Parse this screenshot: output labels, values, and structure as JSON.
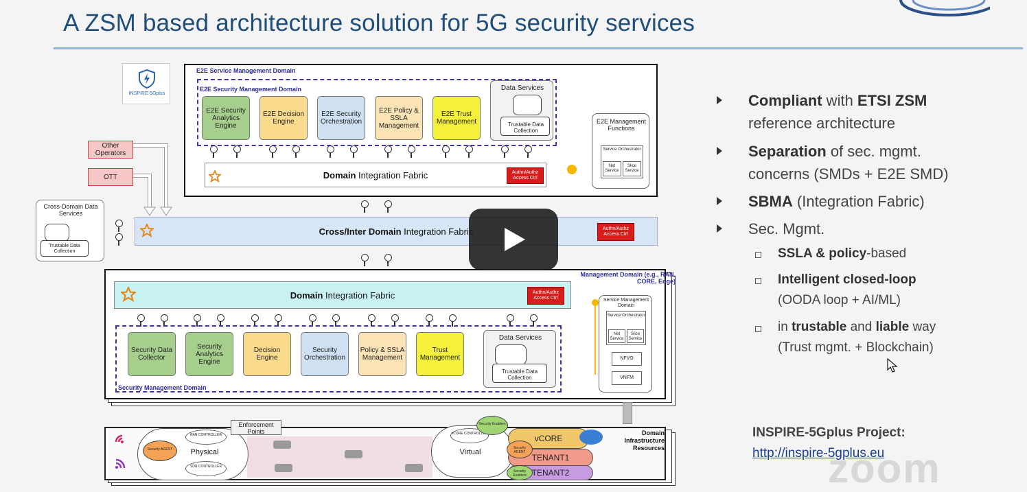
{
  "slide": {
    "title": "A ZSM based architecture solution for 5G security services"
  },
  "diagram": {
    "logo_text": "INSPIRE-5Gplus",
    "e2e_service_domain": "E2E Service Management Domain",
    "e2e_security_domain": "E2E Security Management Domain",
    "e2e_components": [
      "E2E Security Analytics Engine",
      "E2E Decision Engine",
      "E2E Security Orchestration",
      "E2E Policy & SSLA Management",
      "E2E Trust Management"
    ],
    "data_services": "Data Services",
    "trustable_data_collection": "Trustable Data Collection",
    "domain_fabric_bold": "Domain",
    "domain_fabric_rest": " Integration Fabric",
    "auth_text": "Authn/Authz Access Ctrl",
    "e2e_mgmt_functions": "E2E Management Functions",
    "service_orchestrator": "Service Orchestrator",
    "net_service": "Net Service",
    "slice_service": "Slice Service",
    "other_operators": "Other Operators",
    "ott": "OTT",
    "cross_domain_data_services": "Cross-Domain Data Services",
    "cross_fabric_bold": "Cross/Inter Domain",
    "cross_fabric_rest": " Integration Fabric",
    "management_domain": "Management Domain (e.g., RAN, CORE, Edge)",
    "security_mgmt_domain": "Security Management Domain",
    "domain_components": [
      "Security Data Collector",
      "Security Analytics Engine",
      "Decision Engine",
      "Security Orchestration",
      "Policy & SSLA Management",
      "Trust Management"
    ],
    "service_mgmt_domain": "Service Management Domain",
    "device_orchestrator": "Service Orchestrator",
    "nfvo": "NFVO",
    "vnfm": "VNFM",
    "enforcement_points": "Enforcement Points",
    "physical": "Physical",
    "virtual": "Virtual",
    "vcore": "vCORE",
    "tenant1": "TENANT1",
    "tenant2": "TENANT2",
    "domain_infra": "Domain Infrastructure Resources",
    "security_agent": "Security AGENT",
    "ran_controller": "RAN CONTROLLER",
    "sdn_controller": "SDN CONTROLLER",
    "vcore_controller": "vCORE CONTROLLER",
    "security_enablers": "Security Enablers"
  },
  "bullets": [
    {
      "bold": "Compliant",
      "text": " with ",
      "bold2": "ETSI ZSM",
      "line2": "reference architecture"
    },
    {
      "bold": "Separation",
      "text": " of sec. mgmt.",
      "line2": "concerns (SMDs + E2E SMD)"
    },
    {
      "bold": "SBMA",
      "text": " (Integration Fabric)"
    },
    {
      "text": "Sec. Mgmt."
    }
  ],
  "sub_bullets": [
    {
      "bold": "SSLA & policy",
      "text": "-based"
    },
    {
      "bold": "Intelligent closed-loop",
      "line2": "(OODA loop + AI/ML)"
    },
    {
      "pre": "in ",
      "bold": "trustable",
      "mid": " and ",
      "bold2": "liable",
      "text": " way",
      "line2": "(Trust mgmt. + Blockchain)"
    }
  ],
  "project": {
    "label": "INSPIRE-5Gplus Project:",
    "url": "http://inspire-5gplus.eu"
  },
  "watermark": "zoom"
}
